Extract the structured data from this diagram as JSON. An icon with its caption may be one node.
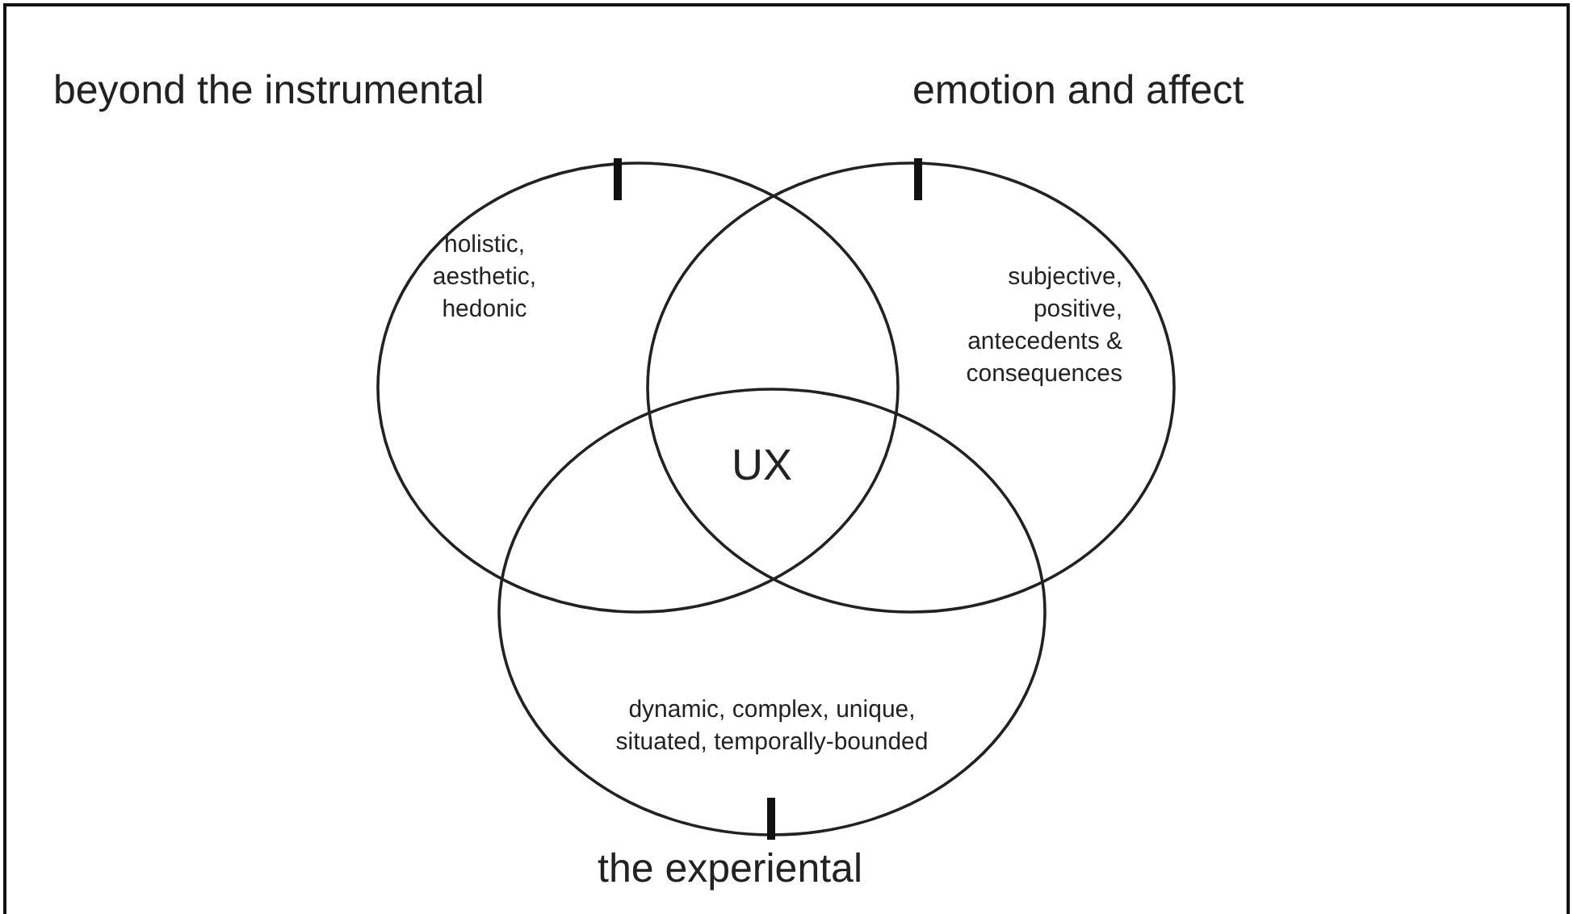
{
  "diagram": {
    "nodes": [
      {
        "text": [
          "beyond the instrumental",
          "holistic, aesthetic, hedonic"
        ]
      },
      {
        "text": [
          "emotion and affect",
          "subjective, positive, antecedents & consequences"
        ]
      },
      {
        "text": [
          "dynamic, complex, unique, situated, temporally-bounded",
          "the experiental"
        ]
      }
    ],
    "edges": [],
    "labels": [
      "UX"
    ]
  }
}
